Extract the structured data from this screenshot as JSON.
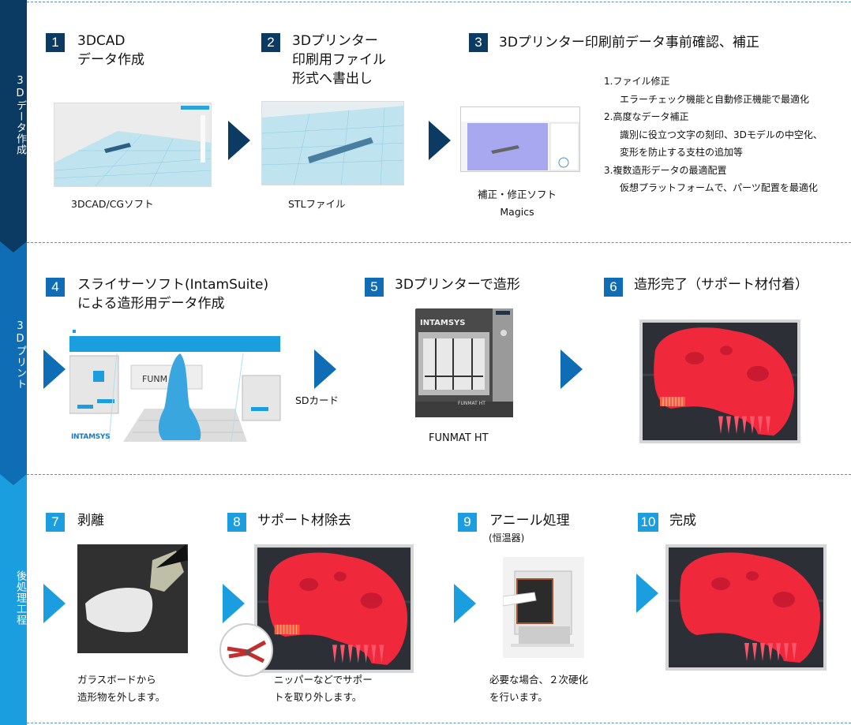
{
  "colors": {
    "phase1": "#0b3a62",
    "phase2": "#0f6db5",
    "phase3": "#1a9ee0",
    "model_red": "#f0283c"
  },
  "phases": [
    {
      "label": "3Dデータ作成"
    },
    {
      "label": "3Dプリント"
    },
    {
      "label": "後処理工程"
    }
  ],
  "steps": [
    {
      "num": "1",
      "title_lines": [
        "3DCAD",
        "データ作成"
      ],
      "caption": "3DCAD/CGソフト"
    },
    {
      "num": "2",
      "title_lines": [
        "3Dプリンター",
        "印刷用ファイル",
        "形式へ書出し"
      ],
      "caption": "STLファイル"
    },
    {
      "num": "3",
      "title_lines": [
        "3Dプリンター印刷前データ事前確認、補正"
      ],
      "caption_lines": [
        "補正・修正ソフト",
        "Magics"
      ],
      "list": [
        "1.ファイル修正",
        "エラーチェック機能と自動修正機能で最適化",
        "2.高度なデータ補正",
        "識別に役立つ文字の刻印、3Dモデルの中空化、",
        "変形を防止する支柱の追加等",
        "3.複数造形データの最適配置",
        "仮想プラットフォームで、パーツ配置を最適化"
      ]
    },
    {
      "num": "4",
      "title_lines": [
        "スライサーソフト(IntamSuite)",
        "による造形用データ作成"
      ],
      "brand": "INTAMSYS",
      "plate_text": "FUNM"
    },
    {
      "num": "5",
      "title_lines": [
        "3Dプリンターで造形"
      ],
      "caption": "FUNMAT HT",
      "printer_brand": "INTAMSYS",
      "printer_model": "FUNMAT HT"
    },
    {
      "num": "6",
      "title_lines": [
        "造形完了（サポート材付着）"
      ]
    },
    {
      "num": "7",
      "title_lines": [
        "剥離"
      ],
      "caption_lines": [
        "ガラスボードから",
        "造形物を外します。"
      ]
    },
    {
      "num": "8",
      "title_lines": [
        "サポート材除去"
      ],
      "caption_lines": [
        "ニッパーなどでサポー",
        "トを取り外します。"
      ]
    },
    {
      "num": "9",
      "title_lines": [
        "アニール処理"
      ],
      "subtitle": "(恒温器)",
      "caption_lines": [
        "必要な場合、２次硬化",
        "を行います。"
      ]
    },
    {
      "num": "10",
      "title_lines": [
        "完成"
      ]
    }
  ],
  "transfer_label": "SDカード"
}
